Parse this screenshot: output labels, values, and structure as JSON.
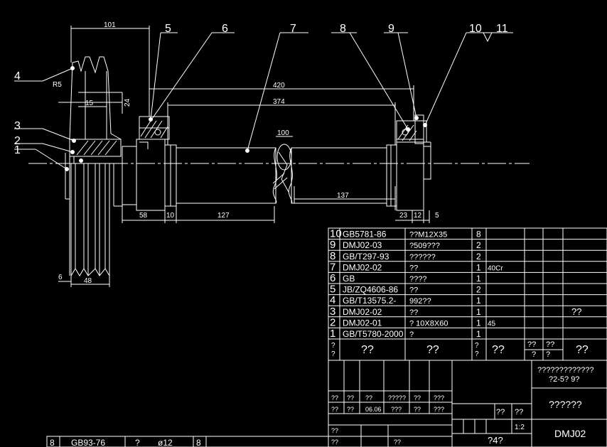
{
  "colors": {
    "background": "#000000",
    "line": "#ffffff"
  },
  "callouts": [
    "1",
    "2",
    "3",
    "4",
    "5",
    "6",
    "7",
    "8",
    "9",
    "10",
    "11"
  ],
  "dimensions": {
    "d101": "101",
    "d420": "420",
    "d374": "374",
    "d100": "100",
    "d137": "137",
    "d58": "58",
    "d10": "10",
    "d127": "127",
    "d23": "23",
    "d12": "12",
    "d5": "5",
    "d6": "6",
    "d48": "48",
    "d15": "15",
    "d24": "24",
    "r5": "R5"
  },
  "bom": [
    {
      "no": "10",
      "code": "GB5781-86",
      "name": "??M12X35",
      "qty": "8",
      "mat": "",
      "note": ""
    },
    {
      "no": "9",
      "code": "DMJ02-03",
      "name": "?509???",
      "qty": "2",
      "mat": "",
      "note": ""
    },
    {
      "no": "8",
      "code": "GB/T297-93",
      "name": "??????",
      "qty": "2",
      "mat": "",
      "note": ""
    },
    {
      "no": "7",
      "code": "DMJ02-02",
      "name": "??",
      "qty": "1",
      "mat": "40Cr",
      "note": ""
    },
    {
      "no": "6",
      "code": "GB",
      "name": "????",
      "qty": "1",
      "mat": "",
      "note": ""
    },
    {
      "no": "5",
      "code": "JB/ZQ4606-86",
      "name": "??",
      "qty": "2",
      "mat": "",
      "note": ""
    },
    {
      "no": "4",
      "code": "GB/T13575.2-",
      "name": "992??",
      "qty": "1",
      "mat": "",
      "note": ""
    },
    {
      "no": "3",
      "code": "DMJ02-02",
      "name": "??",
      "qty": "1",
      "mat": "",
      "note": "??"
    },
    {
      "no": "2",
      "code": "DMJ02-01",
      "name": "? 10X8X60",
      "qty": "1",
      "mat": "45",
      "note": ""
    },
    {
      "no": "1",
      "code": "GB/T5780-2000",
      "name": "?",
      "qty": "1",
      "mat": "",
      "note": ""
    }
  ],
  "bom_header": {
    "no": "?",
    "no2": "?",
    "code": "??",
    "name": "??",
    "qty": "?",
    "qty2": "?",
    "mat": "??",
    "col_a": "??",
    "col_b": "??",
    "col_c": "?",
    "col_d": "?",
    "note": "??"
  },
  "title_block": {
    "grid_row1": [
      "??",
      "??",
      "??",
      "?????",
      "??",
      "???"
    ],
    "grid_row2": [
      "??",
      "??",
      "06.06",
      "???",
      "??",
      "???"
    ],
    "grid_row3": [
      "??"
    ],
    "grid_row4": [
      "??",
      "??"
    ],
    "info1": "?????????????",
    "info2": "?2-5? 9?",
    "title": "??????",
    "mid_labels": [
      "??",
      "??"
    ],
    "scale": "1:2",
    "sheet": "?4?",
    "drawing_no": "DMJ02"
  },
  "bottom_strip": {
    "no": "8",
    "code": "GB93-76",
    "name": "?",
    "spec": "ø12",
    "qty": "8"
  }
}
